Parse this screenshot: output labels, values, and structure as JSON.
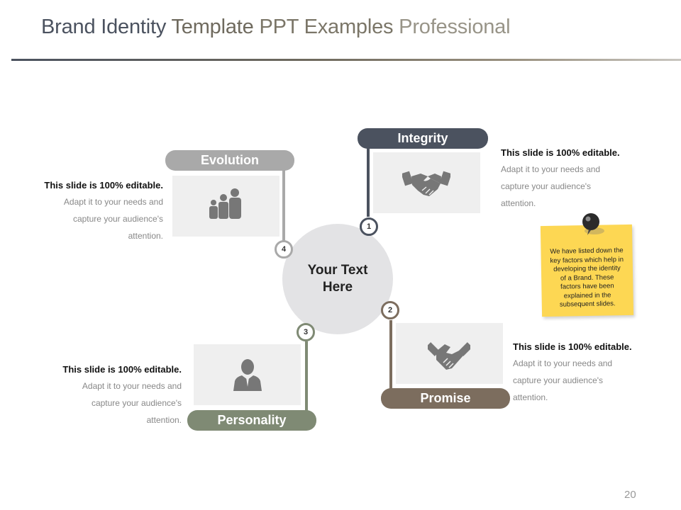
{
  "title": {
    "parts": [
      "Brand Identity",
      "Template",
      "PPT Examples",
      "Professional"
    ],
    "colors": [
      "#4b525f",
      "#6f6a5e",
      "#7b7668",
      "#989488"
    ]
  },
  "center": {
    "text": "Your Text Here"
  },
  "items": [
    {
      "num": "1",
      "label": "Integrity",
      "color": "#4b525f",
      "icon": "handshake-icon",
      "heading": "This slide is 100% editable.",
      "body": "Adapt it to your needs and capture your audience's attention."
    },
    {
      "num": "2",
      "label": "Promise",
      "color": "#7c6d5e",
      "icon": "handshake-diamond-icon",
      "heading": "This slide is 100% editable.",
      "body": "Adapt it to your needs and capture your audience's attention."
    },
    {
      "num": "3",
      "label": "Personality",
      "color": "#7f8a74",
      "icon": "person-icon",
      "heading": "This slide is 100% editable.",
      "body": "Adapt it to your needs and capture your audience's attention."
    },
    {
      "num": "4",
      "label": "Evolution",
      "color": "#a9a9a9",
      "icon": "group-icon",
      "heading": "This slide is 100% editable.",
      "body": "Adapt it to your needs and capture your audience's attention."
    }
  ],
  "note": {
    "text": "We have listed down the key factors which help in developing the identity of a Brand. These factors have been explained in the subsequent slides."
  },
  "page_number": "20",
  "colors": {
    "icon_gray": "#777777",
    "box_bg": "#efefef",
    "circle_bg": "#e3e3e5",
    "note_yellow": "#fdd753"
  }
}
